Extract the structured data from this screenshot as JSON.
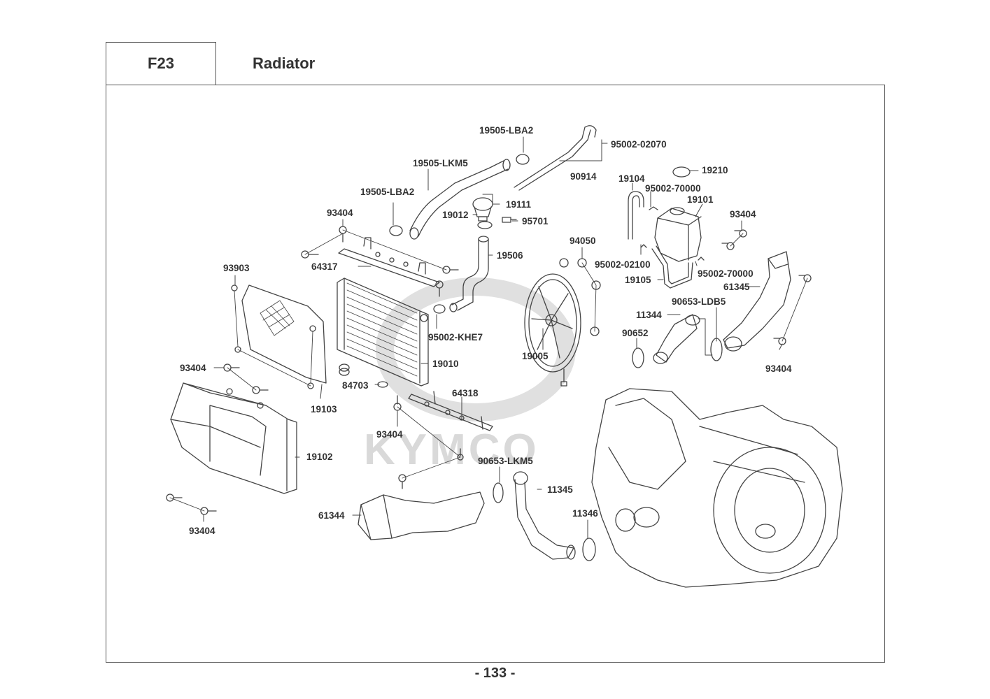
{
  "header": {
    "section_code": "F23",
    "title": "Radiator"
  },
  "watermark": {
    "brand": "KYMCO"
  },
  "footer": {
    "page_number": "- 133 -"
  },
  "callouts": [
    {
      "id": "c01",
      "part": "19505-LBA2"
    },
    {
      "id": "c02",
      "part": "95002-02070"
    },
    {
      "id": "c03",
      "part": "19505-LKM5"
    },
    {
      "id": "c04",
      "part": "90914"
    },
    {
      "id": "c05",
      "part": "19104"
    },
    {
      "id": "c06",
      "part": "19210"
    },
    {
      "id": "c07",
      "part": "95002-70000"
    },
    {
      "id": "c08",
      "part": "19101"
    },
    {
      "id": "c09",
      "part": "19505-LBA2"
    },
    {
      "id": "c10",
      "part": "19111"
    },
    {
      "id": "c11",
      "part": "19012"
    },
    {
      "id": "c12",
      "part": "95701"
    },
    {
      "id": "c13",
      "part": "93404"
    },
    {
      "id": "c14",
      "part": "93404"
    },
    {
      "id": "c15",
      "part": "19506"
    },
    {
      "id": "c16",
      "part": "94050"
    },
    {
      "id": "c17",
      "part": "64317"
    },
    {
      "id": "c18",
      "part": "95002-02100"
    },
    {
      "id": "c19",
      "part": "95002-70000"
    },
    {
      "id": "c20",
      "part": "93903"
    },
    {
      "id": "c21",
      "part": "19105"
    },
    {
      "id": "c22",
      "part": "61345"
    },
    {
      "id": "c23",
      "part": "90653-LDB5"
    },
    {
      "id": "c24",
      "part": "11344"
    },
    {
      "id": "c25",
      "part": "95002-KHE7"
    },
    {
      "id": "c26",
      "part": "90652"
    },
    {
      "id": "c27",
      "part": "19005"
    },
    {
      "id": "c28",
      "part": "19010"
    },
    {
      "id": "c29",
      "part": "93404"
    },
    {
      "id": "c30",
      "part": "93404"
    },
    {
      "id": "c31",
      "part": "84703"
    },
    {
      "id": "c32",
      "part": "64318"
    },
    {
      "id": "c33",
      "part": "19103"
    },
    {
      "id": "c34",
      "part": "93404"
    },
    {
      "id": "c35",
      "part": "19102"
    },
    {
      "id": "c36",
      "part": "90653-LKM5"
    },
    {
      "id": "c37",
      "part": "11345"
    },
    {
      "id": "c38",
      "part": "61344"
    },
    {
      "id": "c39",
      "part": "11346"
    },
    {
      "id": "c40",
      "part": "93404"
    }
  ],
  "components": [
    "radiator",
    "radiator-guard-net",
    "fan-shroud",
    "cooling-fan",
    "reserve-tank",
    "reserve-tank-cap",
    "thermostat-housing",
    "upper-hose",
    "lower-hose",
    "breather-tube",
    "air-duct-left",
    "air-duct-right",
    "engine-assembly",
    "mounting-bracket-upper",
    "mounting-bracket-lower",
    "hose-clamps",
    "bolts",
    "grommets"
  ]
}
